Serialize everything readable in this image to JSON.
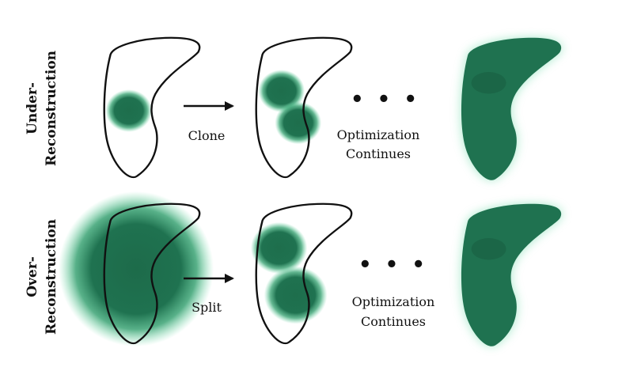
{
  "rows": [
    {
      "label_line1": "Under-",
      "label_line2": "Reconstruction",
      "arrow_label": "Clone",
      "ellipsis": "• • •",
      "final_line1": "Optimization",
      "final_line2": "Continues"
    },
    {
      "label_line1": "Over-",
      "label_line2": "Reconstruction",
      "arrow_label": "Split",
      "ellipsis": "• • •",
      "final_line1": "Optimization",
      "final_line2": "Continues"
    }
  ],
  "colors": {
    "gaussian": "#1e6e4c",
    "glow": "#38b47f",
    "outline": "#111111"
  }
}
